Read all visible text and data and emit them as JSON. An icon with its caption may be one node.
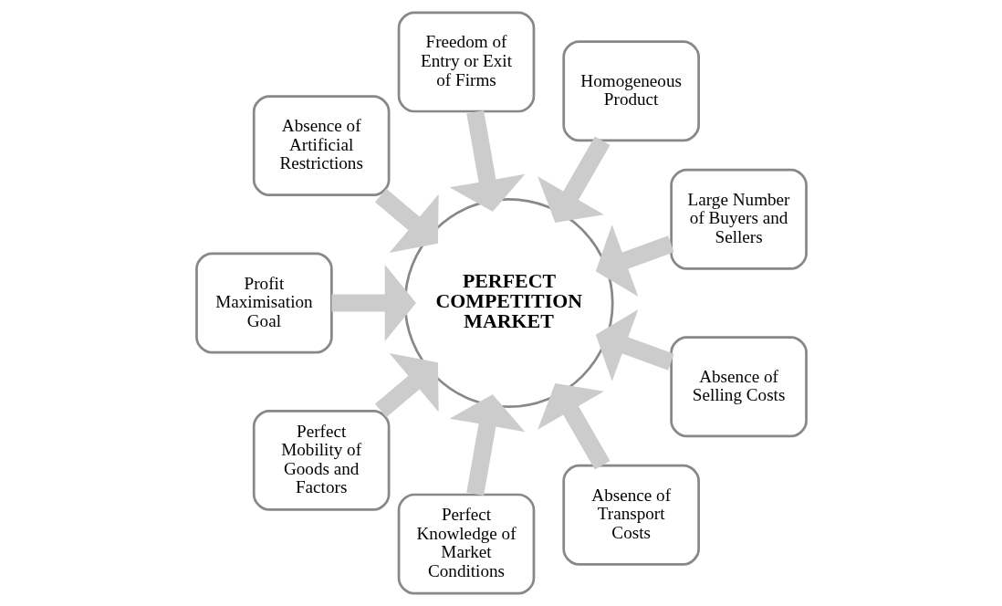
{
  "diagram": {
    "nodes": [
      {
        "text": [
          "Large Number of Buyers and Sellers"
        ]
      },
      {
        "text": [
          "Homogeneous Product"
        ]
      },
      {
        "text": [
          "Freedom of Entry or Exit of Firms"
        ]
      },
      {
        "text": [
          "Absence of Artificial Restrictions"
        ]
      },
      {
        "text": [
          "Profit Maximisation Goal"
        ]
      },
      {
        "text": [
          "Perfect Mobility of Goods and Factors"
        ]
      },
      {
        "text": [
          "Perfect Knowledge of Market Conditions"
        ]
      },
      {
        "text": [
          "Absence of Transport Costs"
        ]
      },
      {
        "text": [
          "Absence of Selling Costs"
        ]
      },
      {
        "text": [
          "PERFECT COMPETITION MARKET"
        ]
      }
    ],
    "edges": [
      {
        "from": 0,
        "to": 9,
        "arrow": "to"
      },
      {
        "from": 1,
        "to": 9,
        "arrow": "to"
      },
      {
        "from": 2,
        "to": 9,
        "arrow": "to"
      },
      {
        "from": 3,
        "to": 9,
        "arrow": "to"
      },
      {
        "from": 4,
        "to": 9,
        "arrow": "to"
      },
      {
        "from": 5,
        "to": 9,
        "arrow": "to"
      },
      {
        "from": 6,
        "to": 9,
        "arrow": "to"
      },
      {
        "from": 7,
        "to": 9,
        "arrow": "to"
      },
      {
        "from": 8,
        "to": 9,
        "arrow": "to"
      }
    ]
  }
}
